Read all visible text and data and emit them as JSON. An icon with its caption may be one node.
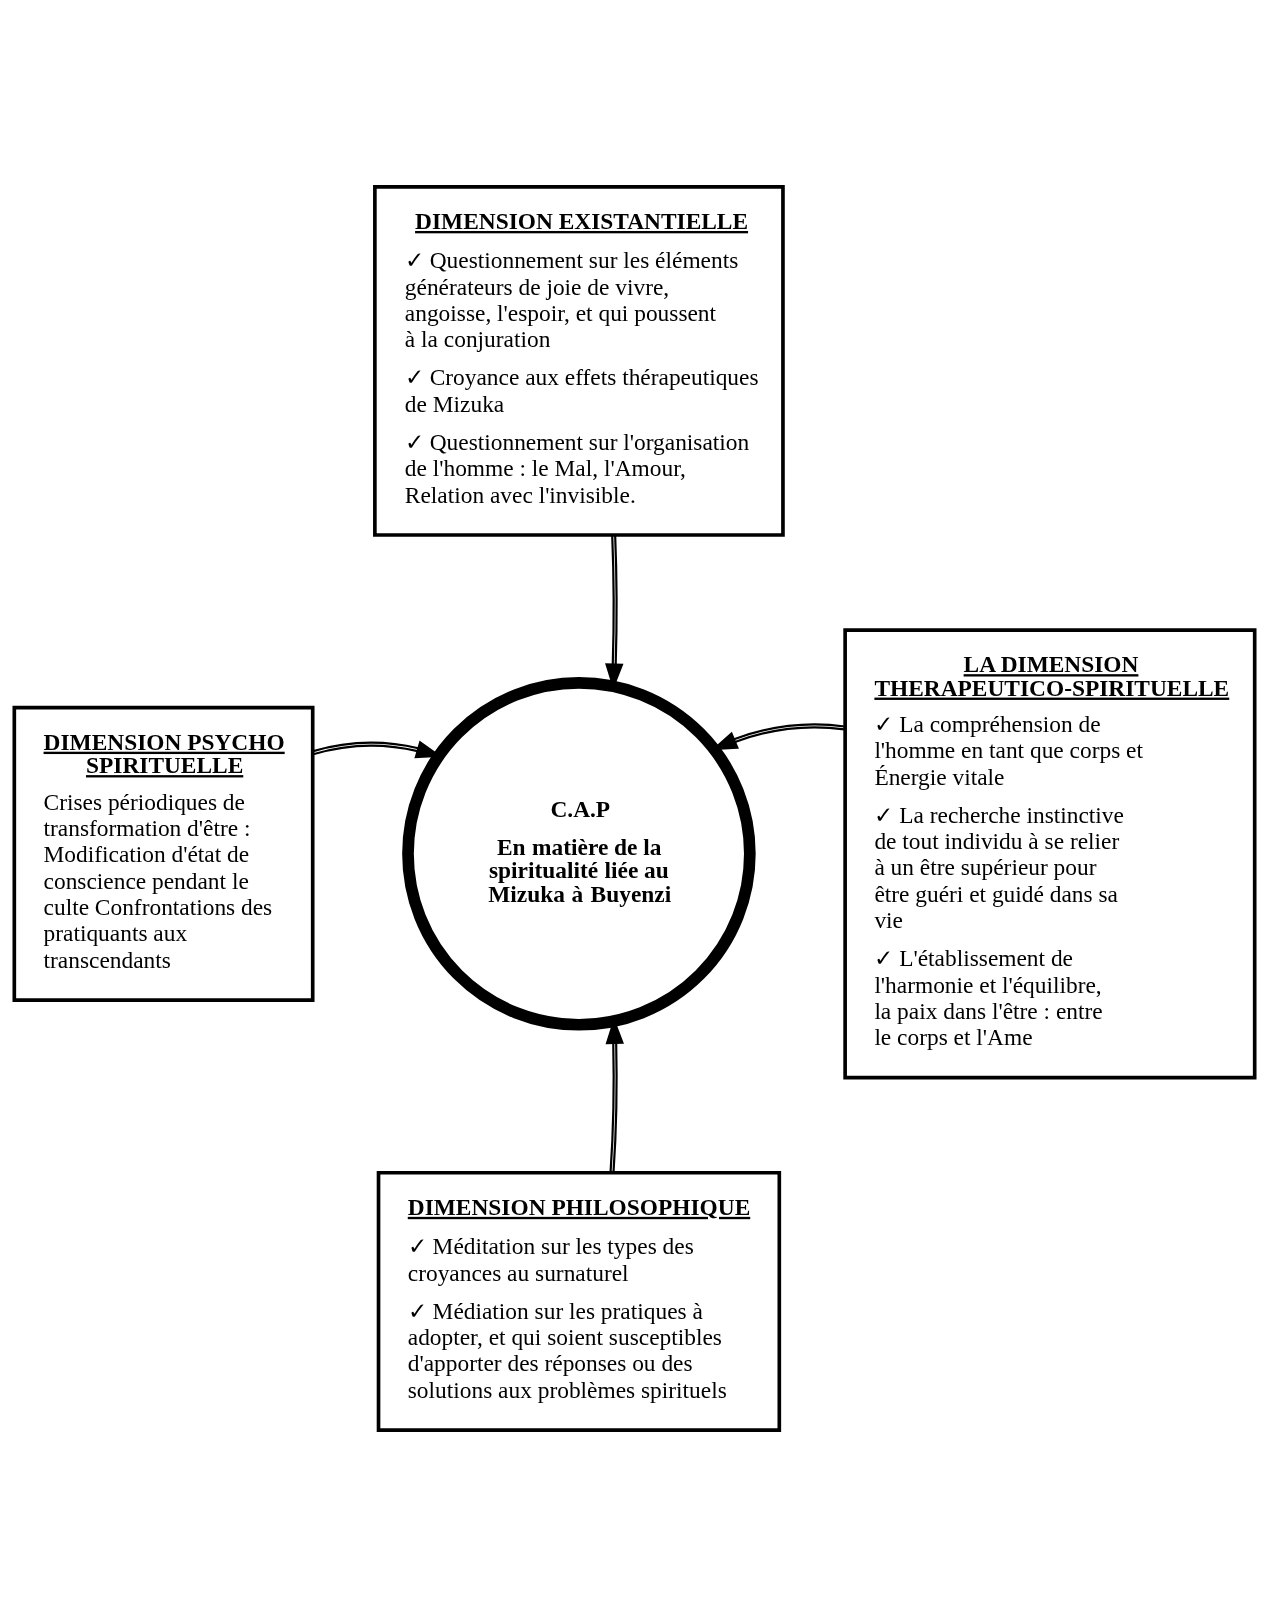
{
  "diagram": {
    "nodes": [
      {
        "text": [
          "DIMENSION EXISTANTIELLE",
          "✓ Questionnement sur les éléments générateurs de joie de vivre, angoisse, l'espoir, et qui poussent à la conjuration",
          "✓ Croyance aux effets thérapeutiques de Mizuka",
          "✓ Questionnement sur l'organisation de l'homme : le Mal, l'Amour, Relation avec l'invisible."
        ]
      },
      {
        "text": [
          "C.A.P",
          "En matière de la spiritualité liée au Mizuka à Buyenzi"
        ]
      },
      {
        "text": [
          "DIMENSION PSYCHO SPIRITUELLE",
          "Crises périodiques de transformation d'être : Modification d'état de conscience pendant le culte Confrontations des pratiquants aux transcendants"
        ]
      },
      {
        "text": [
          "LA DIMENSION THERAPEUTICO-SPIRITUELLE",
          "✓ La compréhension de l'homme en tant que corps et Énergie vitale",
          "✓ La recherche instinctive de tout individu à se relier à un être supérieur pour être guéri et guidé dans sa vie",
          "✓ L'établissement de l'harmonie et l'équilibre, la paix dans l'être : entre le corps et l'Ame"
        ]
      },
      {
        "text": [
          "DIMENSION PHILOSOPHIQUE",
          "✓ Méditation sur les types des croyances au surnaturel",
          "✓ Médiation sur les pratiques à adopter, et qui soient susceptibles d'apporter des réponses ou des solutions aux problèmes spirituels"
        ]
      }
    ],
    "edges": [
      {
        "from": 0,
        "to": 1,
        "arrow": "to"
      },
      {
        "from": 2,
        "to": 1,
        "arrow": "to"
      },
      {
        "from": 3,
        "to": 1,
        "arrow": "to"
      },
      {
        "from": 4,
        "to": 1,
        "arrow": "to"
      }
    ]
  }
}
